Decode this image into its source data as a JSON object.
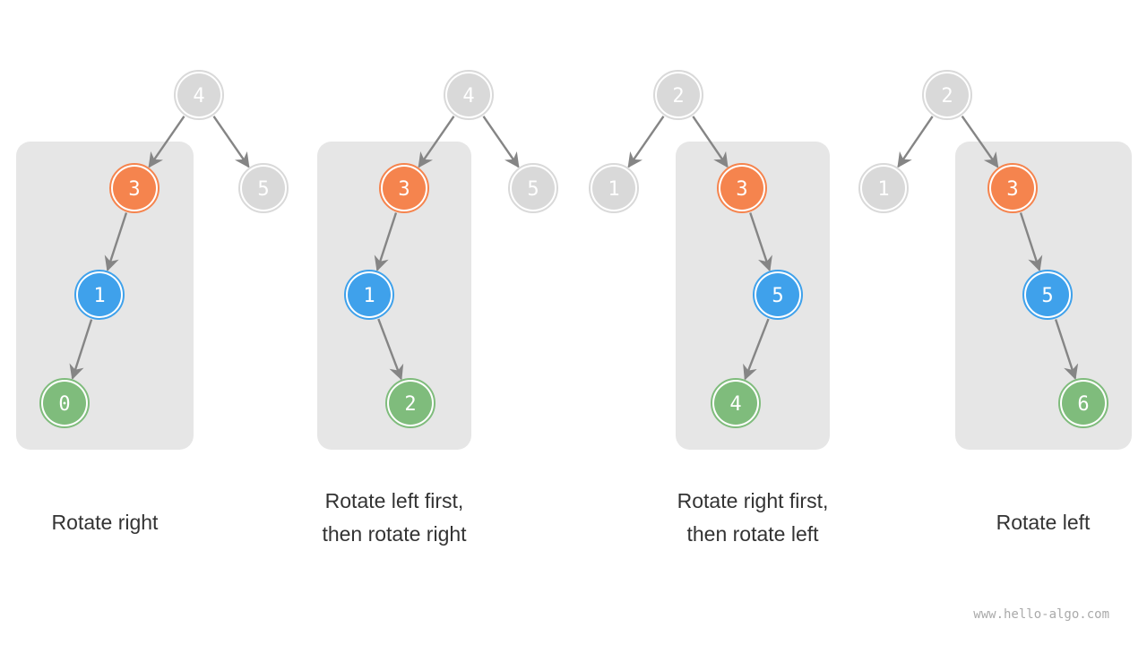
{
  "colors": {
    "gray_node": "#d9d9d9",
    "orange_node": "#f5844e",
    "blue_node": "#3fa1eb",
    "green_node": "#7fbc7c",
    "panel": "#e6e6e6",
    "edge": "#858585",
    "caption_text": "#333333"
  },
  "cases": [
    {
      "caption_line1": "Rotate right",
      "caption_line2": "",
      "nodes": [
        {
          "id": "root",
          "label": "4",
          "color": "gray"
        },
        {
          "id": "unbalanced",
          "label": "3",
          "color": "orange"
        },
        {
          "id": "sibling",
          "label": "5",
          "color": "gray"
        },
        {
          "id": "child",
          "label": "1",
          "color": "blue"
        },
        {
          "id": "grandchild",
          "label": "0",
          "color": "green"
        }
      ]
    },
    {
      "caption_line1": "Rotate left first,",
      "caption_line2": "then rotate right",
      "nodes": [
        {
          "id": "root",
          "label": "4",
          "color": "gray"
        },
        {
          "id": "unbalanced",
          "label": "3",
          "color": "orange"
        },
        {
          "id": "sibling",
          "label": "5",
          "color": "gray"
        },
        {
          "id": "child",
          "label": "1",
          "color": "blue"
        },
        {
          "id": "grandchild",
          "label": "2",
          "color": "green"
        }
      ]
    },
    {
      "caption_line1": "Rotate right first,",
      "caption_line2": "then rotate left",
      "nodes": [
        {
          "id": "root",
          "label": "2",
          "color": "gray"
        },
        {
          "id": "sibling",
          "label": "1",
          "color": "gray"
        },
        {
          "id": "unbalanced",
          "label": "3",
          "color": "orange"
        },
        {
          "id": "child",
          "label": "5",
          "color": "blue"
        },
        {
          "id": "grandchild",
          "label": "4",
          "color": "green"
        }
      ]
    },
    {
      "caption_line1": "Rotate left",
      "caption_line2": "",
      "nodes": [
        {
          "id": "root",
          "label": "2",
          "color": "gray"
        },
        {
          "id": "sibling",
          "label": "1",
          "color": "gray"
        },
        {
          "id": "unbalanced",
          "label": "3",
          "color": "orange"
        },
        {
          "id": "child",
          "label": "5",
          "color": "blue"
        },
        {
          "id": "grandchild",
          "label": "6",
          "color": "green"
        }
      ]
    }
  ],
  "watermark": "www.hello-algo.com"
}
